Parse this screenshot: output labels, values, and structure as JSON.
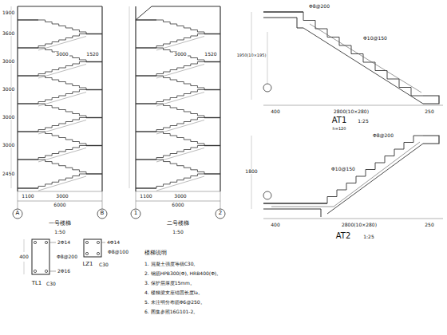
{
  "diagram": {
    "labels": [
      "1900",
      "3600",
      "3000",
      "3000",
      "3000",
      "3000",
      "2450",
      "3000",
      "1520",
      "1100",
      "3000",
      "6000",
      "A",
      "B",
      "一号楼梯",
      "1:50",
      "3000",
      "1520",
      "1100",
      "3000",
      "6000",
      "1",
      "2",
      "二号楼梯",
      "1:50",
      "Φ8@200",
      "Φ10@150",
      "1950(10×195)",
      "400",
      "2800(10×280)",
      "250",
      "AT1",
      "1:25",
      "h=120",
      "Φ8@200",
      "Φ10@150",
      "1800",
      "400",
      "2800(10×280)",
      "250",
      "AT2",
      "1:25",
      "2Φ14",
      "Φ8@200",
      "2Φ16",
      "400",
      "TL1",
      "C30",
      "4Φ14",
      "Φ8@100",
      "LZ1",
      "C30",
      "楼梯说明",
      "1. 混凝土强度等级C30。",
      "2. 钢筋HPB300(Φ), HRB400(Φ)。",
      "3. 保护层厚度15mm。",
      "4. 楼梯梁支座锚固长度la。",
      "5. 未注明分布筋Φ6@250。",
      "6. 图集参照16G101-2。"
    ]
  }
}
